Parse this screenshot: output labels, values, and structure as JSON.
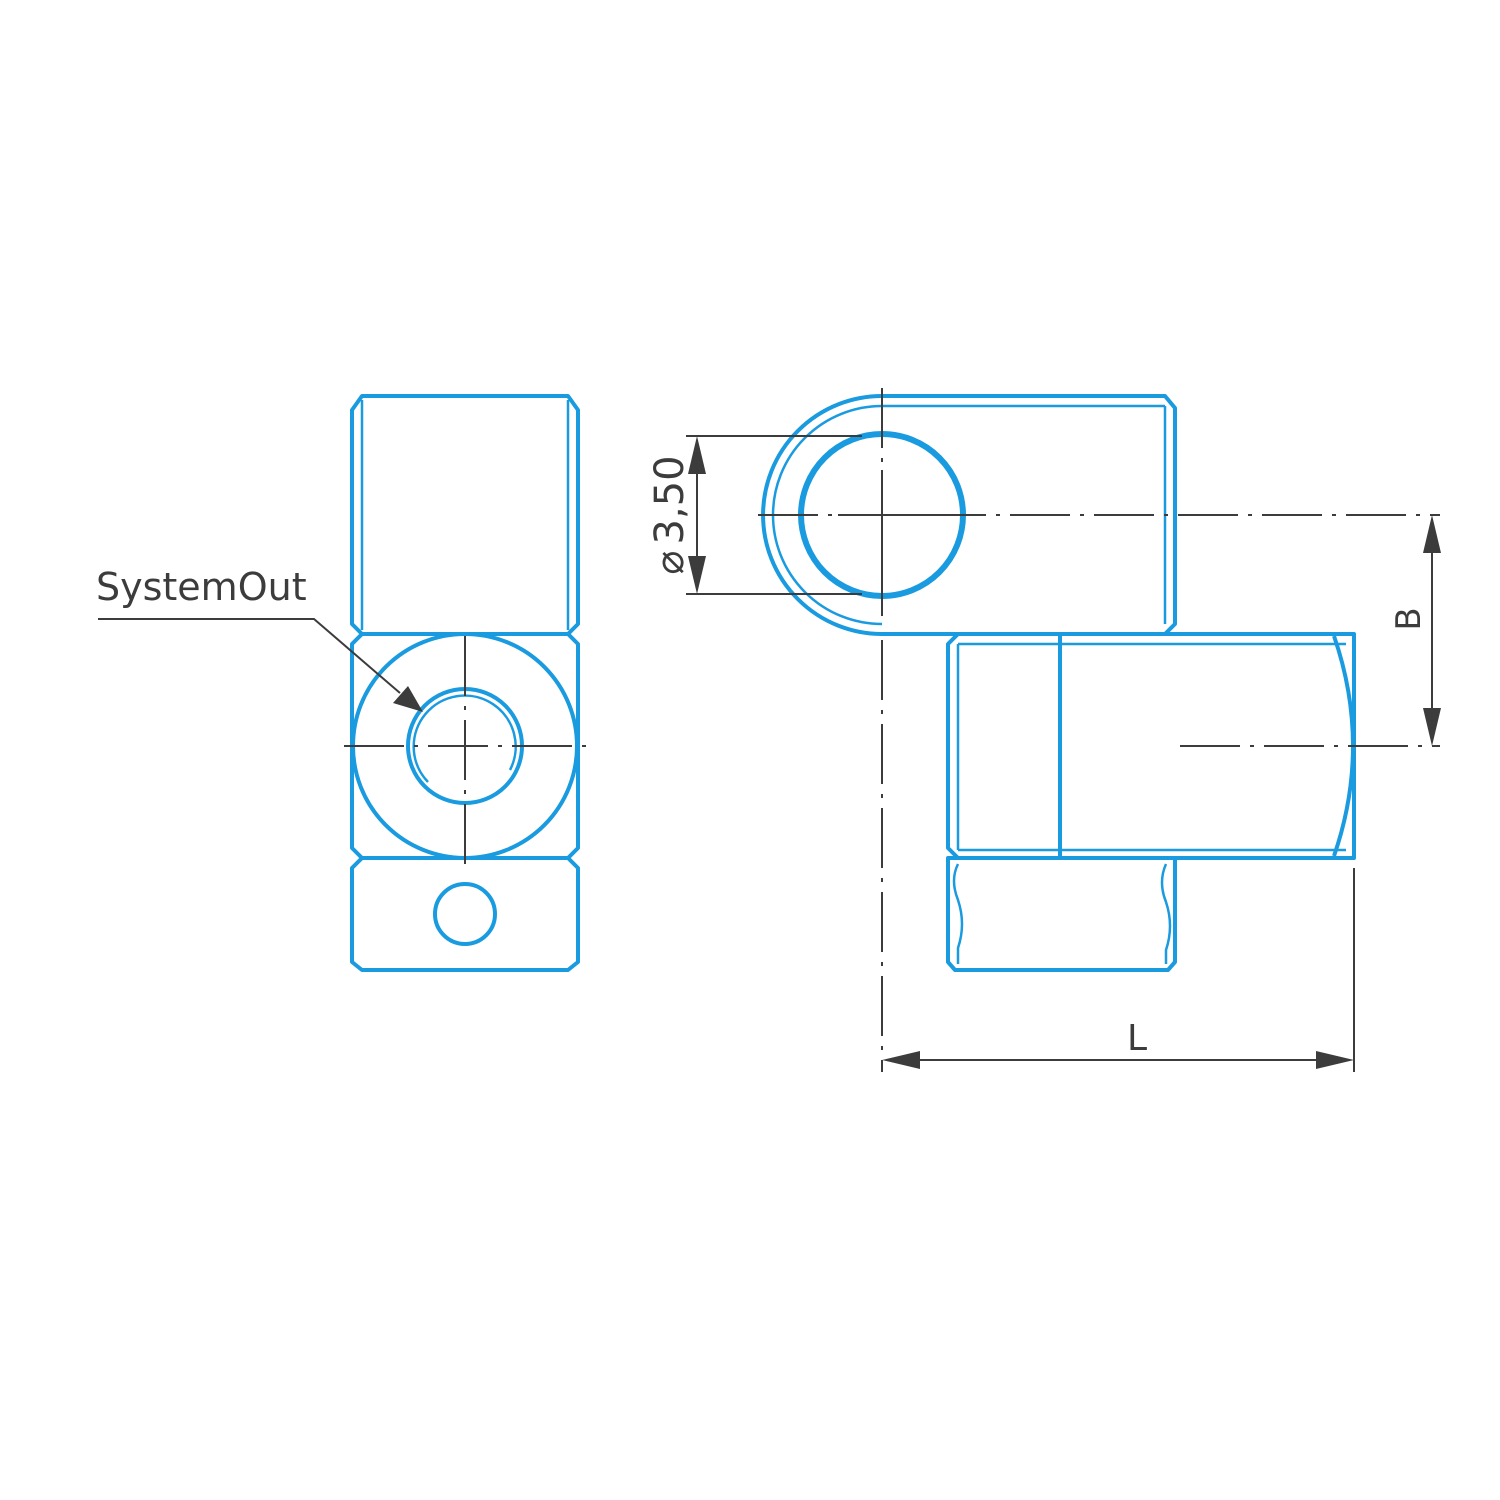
{
  "drawing": {
    "callout_label": "SystemOut",
    "diameter_symbol": "⌀",
    "diameter_value": "3,50",
    "dim_b_label": "B",
    "dim_l_label": "L",
    "colors": {
      "part_outline": "#1a9be0",
      "dimension": "#3c3c3c",
      "background": "#ffffff"
    }
  }
}
